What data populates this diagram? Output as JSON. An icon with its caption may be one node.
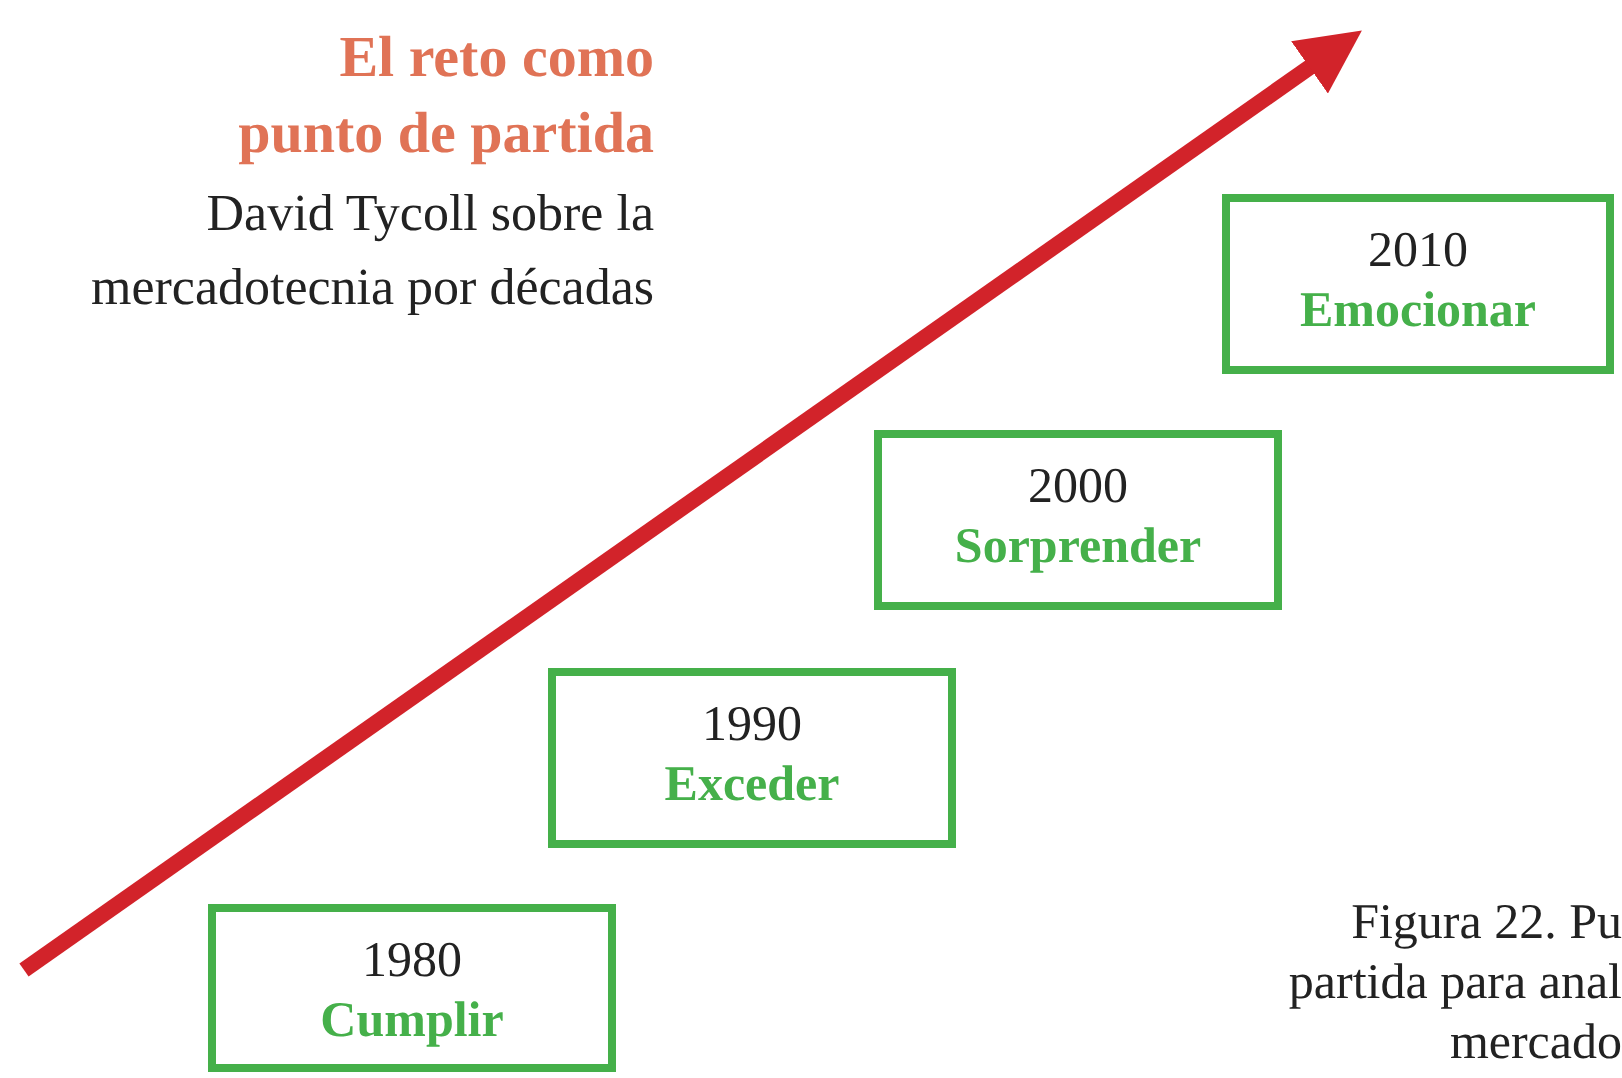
{
  "diagram": {
    "title": "El reto como punto de partida",
    "caption": "Figura 22. Pu partida para anal mercado",
    "nodes": [
      {
        "text": [
          "1980",
          "Cumplir"
        ]
      },
      {
        "text": [
          "1990",
          "Exceder"
        ]
      },
      {
        "text": [
          "2000",
          "Sorprender"
        ]
      },
      {
        "text": [
          "2010",
          "Emocionar"
        ]
      }
    ],
    "labels": [
      "David Tycoll sobre la mercadotecnia por décadas"
    ]
  }
}
